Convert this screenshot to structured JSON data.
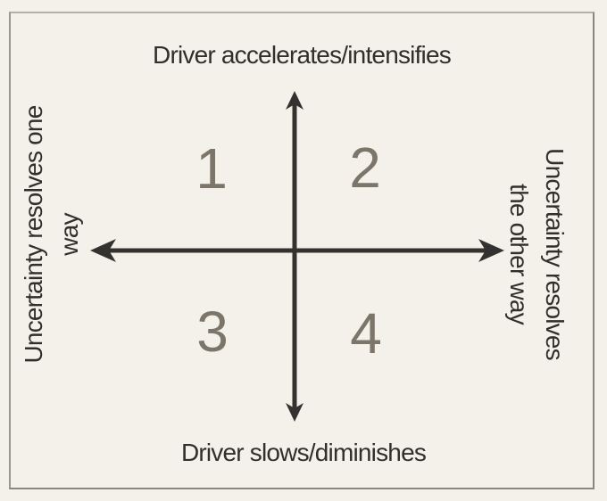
{
  "diagram": {
    "type": "2x2-uncertainty-matrix",
    "top_label": "Driver accelerates/intensifies",
    "bottom_label": "Driver slows/diminishes",
    "left_label": {
      "line1": "Uncertainty resolves one",
      "line2": "way"
    },
    "right_label": {
      "line1": "Uncertainty resolves",
      "line2": "the other way"
    },
    "quadrants": [
      {
        "number": "1",
        "position": "top-left"
      },
      {
        "number": "2",
        "position": "top-right"
      },
      {
        "number": "3",
        "position": "bottom-left"
      },
      {
        "number": "4",
        "position": "bottom-right"
      }
    ],
    "colors": {
      "background": "#f3f1ea",
      "border": "#9b968f",
      "axis": "#343230",
      "label_text": "#312f2b",
      "quadrant_number": "#7b756a"
    }
  }
}
